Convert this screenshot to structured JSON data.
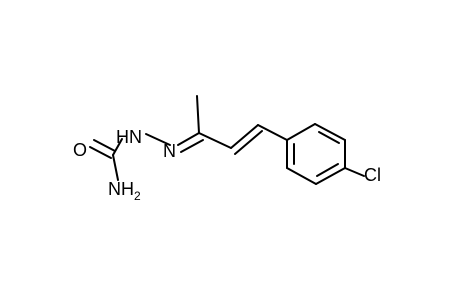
{
  "molecule": {
    "atoms": {
      "nh_link": "HN",
      "n_imine": "N",
      "o_carbonyl": "O",
      "nh2_main": "NH",
      "nh2_sub": "2",
      "cl": "Cl"
    },
    "colors": {
      "bond": "#000000",
      "background": "#ffffff"
    }
  }
}
